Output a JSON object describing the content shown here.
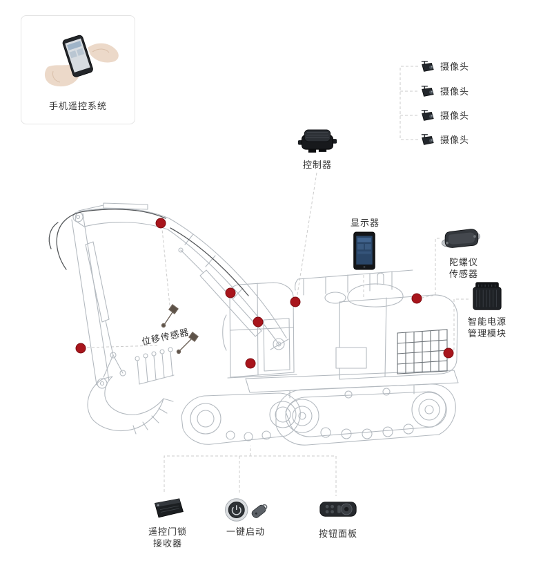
{
  "colors": {
    "dot": "#a8151c",
    "dash_line": "#cbcbcb",
    "wireframe": "#b4bac0",
    "text": "#333333",
    "card_border": "#e4e4e4"
  },
  "phone_system": {
    "label": "手机遥控系统"
  },
  "cameras": {
    "items": [
      {
        "label": "摄像头"
      },
      {
        "label": "摄像头"
      },
      {
        "label": "摄像头"
      },
      {
        "label": "摄像头"
      }
    ]
  },
  "controller": {
    "label": "控制器"
  },
  "display": {
    "label": "显示器"
  },
  "gyroscope": {
    "line1": "陀螺仪",
    "line2": "传感器"
  },
  "power_module": {
    "line1": "智能电源",
    "line2": "管理模块"
  },
  "displacement_sensor": {
    "label": "位移传感器"
  },
  "door_lock_receiver": {
    "line1": "遥控门锁",
    "line2": "接收器"
  },
  "one_key_start": {
    "label": "一键启动"
  },
  "button_panel": {
    "label": "按钮面板"
  }
}
